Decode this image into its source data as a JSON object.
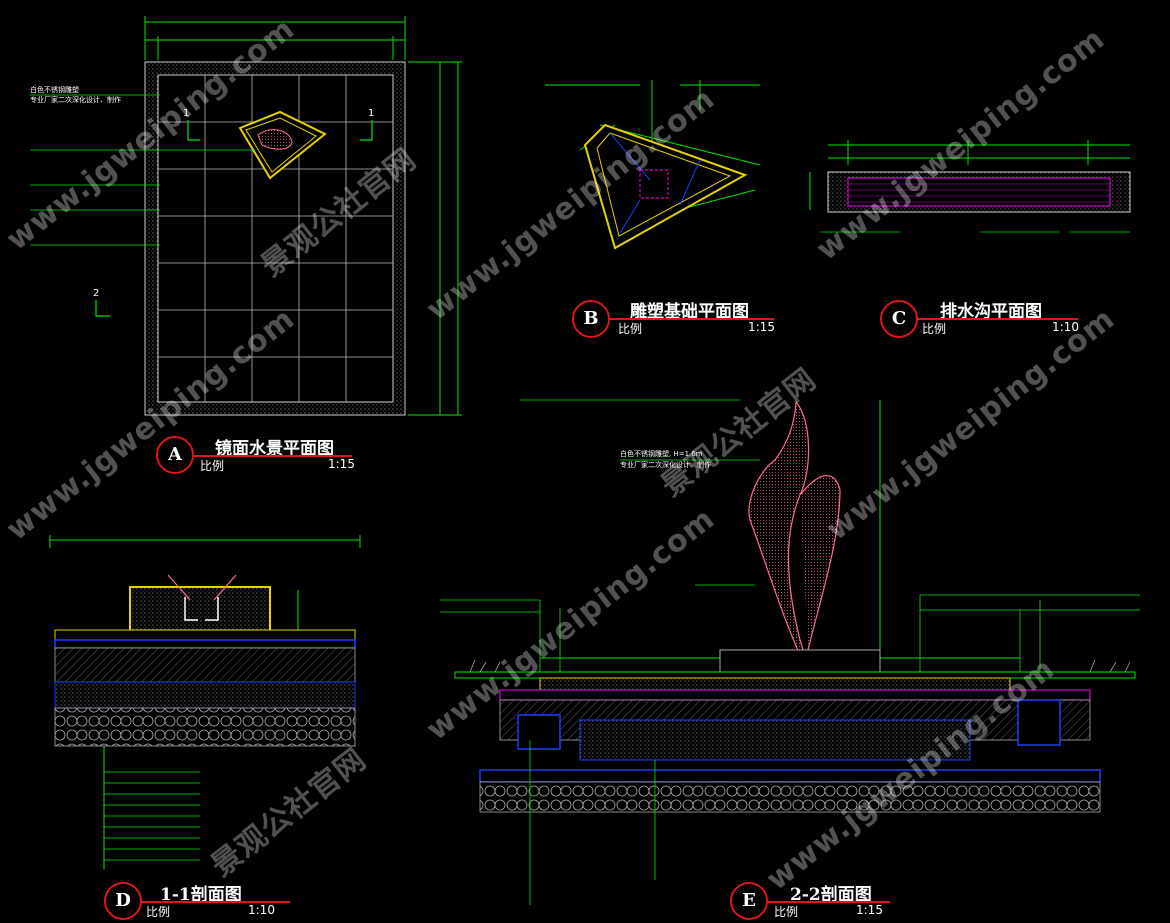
{
  "drawings": {
    "A": {
      "tag": "A",
      "title": "镜面水景平面图",
      "scale_label": "比例",
      "scale_value": "1:15"
    },
    "B": {
      "tag": "B",
      "title": "雕塑基础平面图",
      "scale_label": "比例",
      "scale_value": "1:15"
    },
    "C": {
      "tag": "C",
      "title": "排水沟平面图",
      "scale_label": "比例",
      "scale_value": "1:10"
    },
    "D": {
      "tag": "D",
      "title": "1-1剖面图",
      "scale_label": "比例",
      "scale_value": "1:10"
    },
    "E": {
      "tag": "E",
      "title": "2-2剖面图",
      "scale_label": "比例",
      "scale_value": "1:15"
    }
  },
  "section_markers": {
    "mark_1": "1",
    "mark_2": "2"
  },
  "notes": {
    "a1": "白色不锈钢雕塑",
    "a2": "专业厂家二次深化设计、制作",
    "sculpture_e": "白色不锈钢雕塑, H=1.6m",
    "sculpture_e2": "专业厂家二次深化设计、制作"
  },
  "watermark": {
    "site": "www.jgweiping.com",
    "name": "景观公社官网"
  },
  "colors": {
    "background": "#000000",
    "line": "#ffffff",
    "green": "#00e600",
    "yellow": "#e6d200",
    "red": "#e0141e",
    "blue": "#1a3cff",
    "magenta": "#d000d0",
    "pink": "#ff6f8a"
  }
}
